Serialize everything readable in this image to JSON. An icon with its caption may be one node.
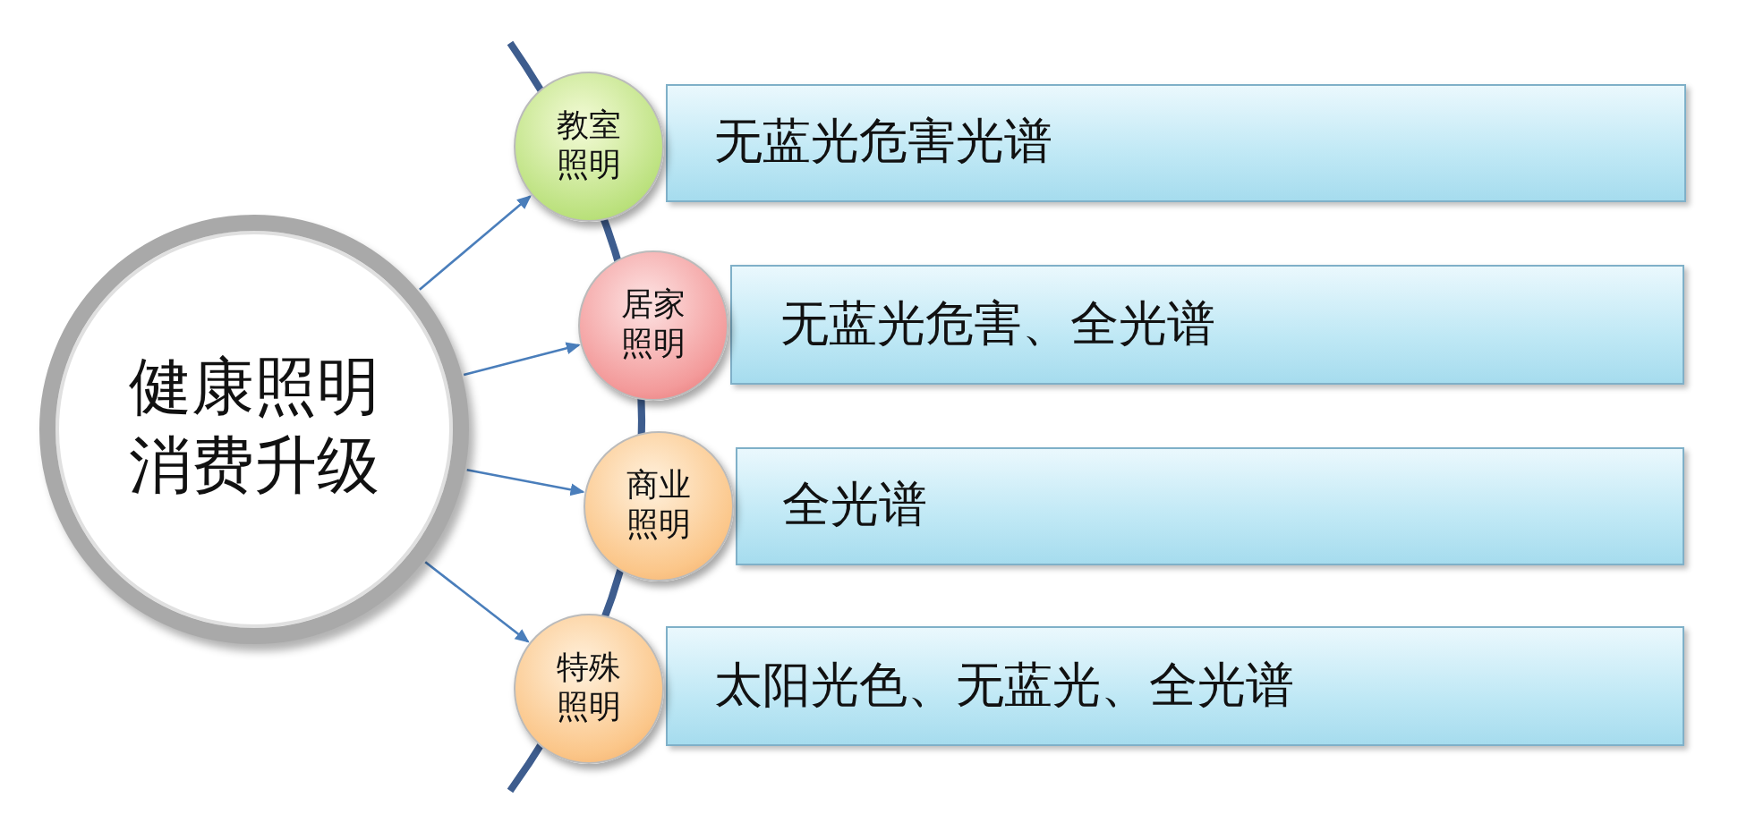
{
  "diagram": {
    "nodes": [
      {
        "text": [
          "健康照明消费升级"
        ]
      },
      {
        "text": [
          "教室照明"
        ]
      },
      {
        "text": [
          "无蓝光危害光谱"
        ]
      },
      {
        "text": [
          "居家照明"
        ]
      },
      {
        "text": [
          "无蓝光危害、全光谱"
        ]
      },
      {
        "text": [
          "商业照明"
        ]
      },
      {
        "text": [
          "全光谱"
        ]
      },
      {
        "text": [
          "特殊照明"
        ]
      },
      {
        "text": [
          "太阳光色、无蓝光、全光谱"
        ]
      }
    ],
    "edges": [
      {
        "from": 0,
        "to": 1,
        "arrow": "to"
      },
      {
        "from": 0,
        "to": 3,
        "arrow": "to"
      },
      {
        "from": 0,
        "to": 5,
        "arrow": "to"
      },
      {
        "from": 0,
        "to": 7,
        "arrow": "to"
      }
    ]
  }
}
